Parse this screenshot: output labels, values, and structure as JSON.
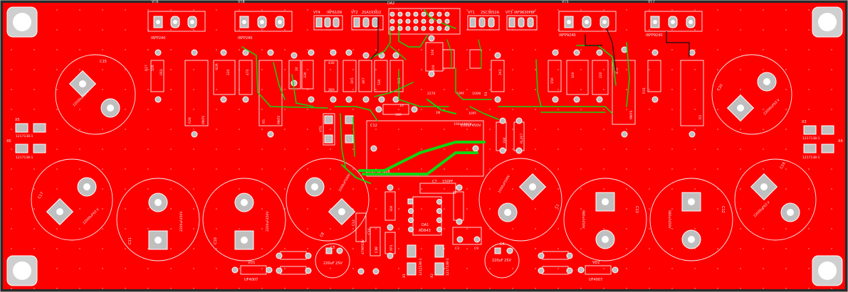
{
  "board": {
    "colors": {
      "copper": "#ff0000",
      "trace": "#11d611",
      "silkscreen": "#f2f2f2",
      "pad": "#bfbfbf",
      "border": "#1a1a1a"
    }
  },
  "labels": {
    "vt6": "VT6",
    "vt6_part": "IRFP240",
    "vt8": "VT8",
    "vt8_part": "IRFP240",
    "vt4": "VT4",
    "vt4_part": "IRF610N",
    "vt2": "VT2",
    "vt2_part": "2SA1930/2",
    "da2": "DA2",
    "vt1": "VT1",
    "vt1_part": "2SC3652A",
    "vt3": "VT3",
    "vt3_part": "IRF9630PBF",
    "vt5": "VT5",
    "vt5_part": "IRFP9240",
    "vt7": "VT7",
    "vt7_part": "IRFP9240",
    "c15": "C15",
    "c15_val": "22000uF63 V",
    "c20": "C20",
    "c20_val": "22000uF63 V",
    "c17": "C17",
    "c17_val": "22000uF63 V",
    "c11": "C11",
    "c11_val": "2200uF450V",
    "c10": "C10",
    "c10_val": "2200uF450V",
    "c8": "C8",
    "c8_val": "1000uF500V",
    "c1": "C1",
    "c1_val": "1000uF500V",
    "c13": "C13",
    "c13_val": "680uF450V",
    "c12": "C12",
    "c12_val": "680uF450V",
    "c19": "C19",
    "c19_val": "22000uF63 V",
    "c12_top": "C12",
    "c12_top_val": "100uF450V",
    "c5": "C5",
    "c5_val": "220uF 25V",
    "c4": "C4",
    "c4_val": "220uF 25V",
    "c7": "C7",
    "c7_val": "150PF",
    "da1": "DA1",
    "da1_part": "AD843",
    "vd1": "VD1",
    "vd1_part": "UF4007",
    "vd2": "VD2",
    "vd2_part": "UF4007",
    "x5": "X5",
    "x5_part": "1217138-1",
    "x6": "X6",
    "x6_part": "1217138-1",
    "x3": "X3",
    "x3_part": "1217138-1",
    "x4": "X4",
    "x4_part": "1217138-1",
    "x1": "X1",
    "x1_part": "1217138-1",
    "x2": "X2",
    "x2_part": "1217138-1",
    "r_30k": "30K",
    "r_10r": "10R",
    "r_470": "470",
    "r_220": "220",
    "r_1k": "1K",
    "r_33k": "33K",
    "r_430": "430",
    "r_22r": "22R",
    "r_1k5": "1K5",
    "r_4k7": "4K7",
    "r_51k": "51K",
    "r_5k1": "5K1",
    "r_2k2": "2K2",
    "r_15k": "15K",
    "r_100": "100",
    "r_10k": "10K",
    "r_39r": "39R",
    "r_1r": "1R",
    "c_100n": "100N",
    "c_10pf": "10PF",
    "c_1n": "1N",
    "cap_100pf_400v": "100pF400V",
    "c_0r1": "0R1",
    "r1": "R1",
    "r3": "R3",
    "r5": "R5",
    "r27": "R27",
    "r28": "R28",
    "r31": "R31",
    "rp1": "RP1",
    "c3": "C3",
    "c9": "C9",
    "c14": "C14",
    "c16": "C16",
    "c18": "C18",
    "cap_2270": "2270",
    "mkp1": "MKP1",
    "mkp2": "MKP2",
    "mkp3": "MKP3",
    "vts": "VTS",
    "c_47mf": "47MF63V",
    "d_rl207": "RL207",
    "r_33k_alt": "33K",
    "r_100_2": "100",
    "r_10r_2": "10R",
    "r_220_2": "220",
    "r_470_2": "470",
    "ic_label": "R7274D4106",
    "c_10pf_2": "10PF"
  }
}
